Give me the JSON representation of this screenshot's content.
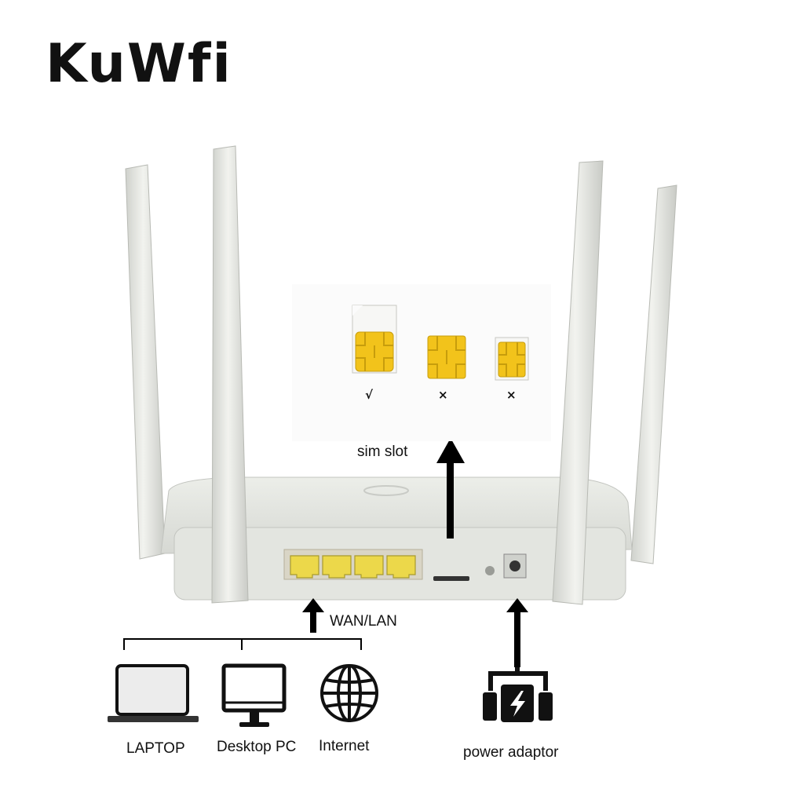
{
  "brand": {
    "name": "KuWfi"
  },
  "sim_slot": {
    "label": "sim slot",
    "cards": [
      {
        "size": "standard",
        "mark": "√"
      },
      {
        "size": "micro",
        "mark": "×"
      },
      {
        "size": "nano",
        "mark": "×"
      }
    ]
  },
  "ports": {
    "label": "WAN/LAN"
  },
  "devices": [
    {
      "icon": "laptop-icon",
      "label": "LAPTOP"
    },
    {
      "icon": "desktop-pc-icon",
      "label": "Desktop PC"
    },
    {
      "icon": "globe-icon",
      "label": "Internet"
    }
  ],
  "power": {
    "icon": "power-adaptor-icon",
    "label": "power adaptor"
  },
  "colors": {
    "router_body": "#e6e7e3",
    "port_yellow": "#ecd84a",
    "sim_gold": "#f2c31b",
    "text": "#111111"
  }
}
